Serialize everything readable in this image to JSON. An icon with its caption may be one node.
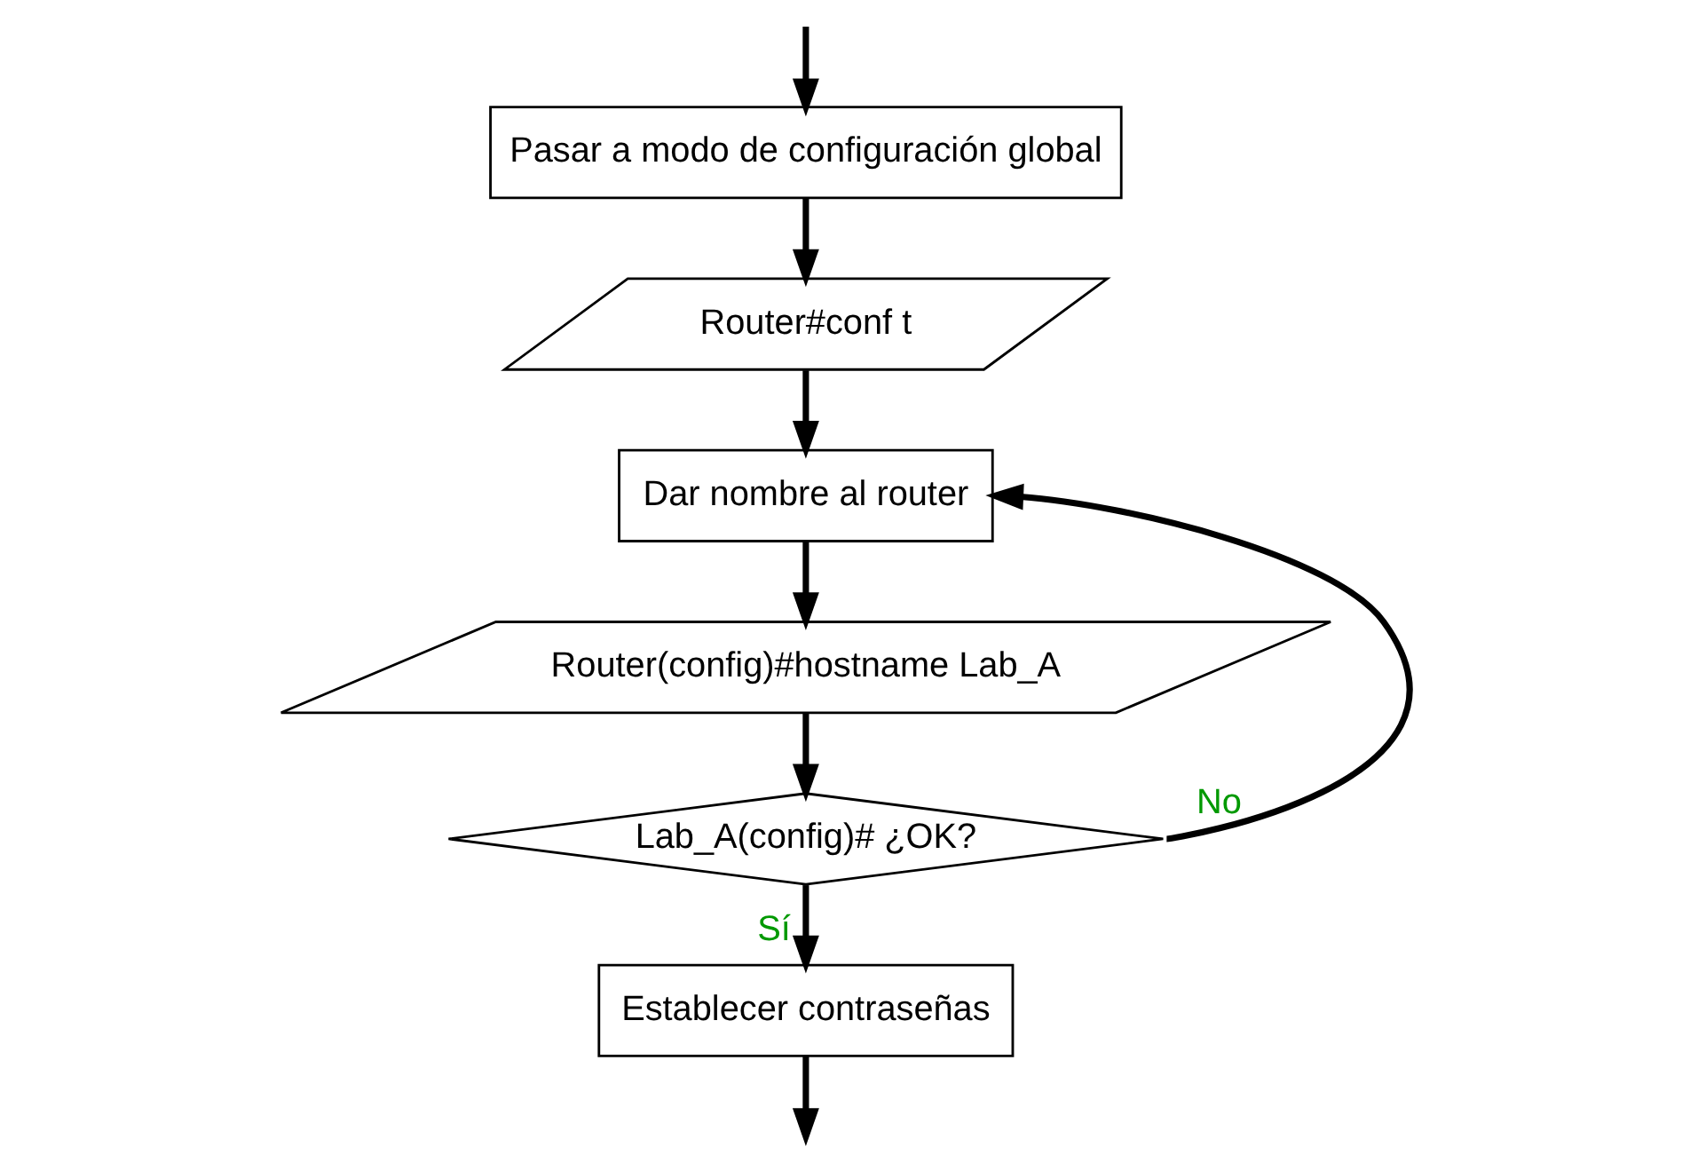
{
  "diagram": {
    "nodes": [
      {
        "text": [
          "Pasar a modo de configuración global"
        ]
      },
      {
        "text": [
          "Router#conf t"
        ]
      },
      {
        "text": [
          "Dar nombre al router"
        ]
      },
      {
        "text": [
          "Router(config)#hostname Lab_A"
        ]
      },
      {
        "text": [
          "Lab_A(config)# ¿OK?"
        ]
      },
      {
        "text": [
          "Establecer contraseñas"
        ]
      }
    ],
    "edges": [
      {
        "from": null,
        "to": 0,
        "arrow": "to"
      },
      {
        "from": 0,
        "to": 1,
        "arrow": "to"
      },
      {
        "from": 1,
        "to": 2,
        "arrow": "to"
      },
      {
        "from": 2,
        "to": 3,
        "arrow": "to"
      },
      {
        "from": 3,
        "to": 4,
        "arrow": "to"
      },
      {
        "from": 4,
        "to": 2,
        "arrow": "to",
        "label": "No"
      },
      {
        "from": 4,
        "to": 5,
        "arrow": "to",
        "label": "Sí"
      },
      {
        "from": 5,
        "to": null,
        "arrow": "to"
      }
    ]
  }
}
